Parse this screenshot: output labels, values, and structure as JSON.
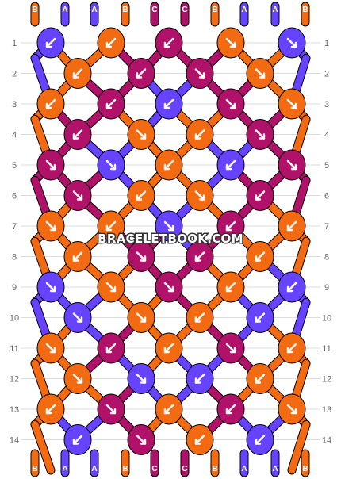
{
  "colors": {
    "A": "#6644ff",
    "B": "#f26b12",
    "C": "#b0126a",
    "grid": "#dcdcdc",
    "outline": "#000000"
  },
  "watermark": "BRACELETBOOK.COM",
  "top_labels": [
    "B",
    "A",
    "A",
    "B",
    "C",
    "C",
    "B",
    "A",
    "A",
    "B"
  ],
  "bottom_labels": [
    "B",
    "A",
    "A",
    "B",
    "C",
    "C",
    "B",
    "A",
    "A",
    "B"
  ],
  "row_numbers": [
    "1",
    "2",
    "3",
    "4",
    "5",
    "6",
    "7",
    "8",
    "9",
    "10",
    "11",
    "12",
    "13",
    "14"
  ],
  "rows": [
    {
      "number": "1",
      "knots": [
        {
          "color": "A",
          "arrow": "left"
        },
        {
          "color": "B",
          "arrow": "left"
        },
        {
          "color": "C",
          "arrow": "left"
        },
        {
          "color": "B",
          "arrow": "right"
        },
        {
          "color": "A",
          "arrow": "right"
        }
      ]
    },
    {
      "number": "2",
      "knots": [
        {
          "color": "B",
          "arrow": "left"
        },
        {
          "color": "C",
          "arrow": "left"
        },
        {
          "color": "C",
          "arrow": "right"
        },
        {
          "color": "B",
          "arrow": "right"
        }
      ]
    },
    {
      "number": "3",
      "knots": [
        {
          "color": "B",
          "arrow": "left"
        },
        {
          "color": "C",
          "arrow": "left"
        },
        {
          "color": "A",
          "arrow": "left"
        },
        {
          "color": "C",
          "arrow": "right"
        },
        {
          "color": "B",
          "arrow": "right"
        }
      ]
    },
    {
      "number": "4",
      "knots": [
        {
          "color": "C",
          "arrow": "left"
        },
        {
          "color": "B",
          "arrow": "right"
        },
        {
          "color": "B",
          "arrow": "left"
        },
        {
          "color": "C",
          "arrow": "right"
        }
      ]
    },
    {
      "number": "5",
      "knots": [
        {
          "color": "C",
          "arrow": "right"
        },
        {
          "color": "A",
          "arrow": "right"
        },
        {
          "color": "B",
          "arrow": "left"
        },
        {
          "color": "A",
          "arrow": "left"
        },
        {
          "color": "C",
          "arrow": "right"
        }
      ]
    },
    {
      "number": "6",
      "knots": [
        {
          "color": "C",
          "arrow": "right"
        },
        {
          "color": "B",
          "arrow": "left"
        },
        {
          "color": "B",
          "arrow": "right"
        },
        {
          "color": "C",
          "arrow": "left"
        }
      ]
    },
    {
      "number": "7",
      "knots": [
        {
          "color": "B",
          "arrow": "right"
        },
        {
          "color": "B",
          "arrow": "left"
        },
        {
          "color": "A",
          "arrow": "right"
        },
        {
          "color": "C",
          "arrow": "left"
        },
        {
          "color": "B",
          "arrow": "left"
        }
      ]
    },
    {
      "number": "8",
      "knots": [
        {
          "color": "B",
          "arrow": "left"
        },
        {
          "color": "C",
          "arrow": "right"
        },
        {
          "color": "C",
          "arrow": "left"
        },
        {
          "color": "B",
          "arrow": "left"
        }
      ]
    },
    {
      "number": "9",
      "knots": [
        {
          "color": "A",
          "arrow": "right"
        },
        {
          "color": "B",
          "arrow": "right"
        },
        {
          "color": "C",
          "arrow": "right"
        },
        {
          "color": "B",
          "arrow": "left"
        },
        {
          "color": "A",
          "arrow": "left"
        }
      ]
    },
    {
      "number": "10",
      "knots": [
        {
          "color": "A",
          "arrow": "right"
        },
        {
          "color": "B",
          "arrow": "right"
        },
        {
          "color": "B",
          "arrow": "left"
        },
        {
          "color": "A",
          "arrow": "left"
        }
      ]
    },
    {
      "number": "11",
      "knots": [
        {
          "color": "B",
          "arrow": "right"
        },
        {
          "color": "C",
          "arrow": "left"
        },
        {
          "color": "B",
          "arrow": "left"
        },
        {
          "color": "C",
          "arrow": "right"
        },
        {
          "color": "B",
          "arrow": "left"
        }
      ]
    },
    {
      "number": "12",
      "knots": [
        {
          "color": "B",
          "arrow": "right"
        },
        {
          "color": "A",
          "arrow": "right"
        },
        {
          "color": "A",
          "arrow": "left"
        },
        {
          "color": "B",
          "arrow": "left"
        }
      ]
    },
    {
      "number": "13",
      "knots": [
        {
          "color": "B",
          "arrow": "left"
        },
        {
          "color": "C",
          "arrow": "right"
        },
        {
          "color": "B",
          "arrow": "left"
        },
        {
          "color": "C",
          "arrow": "left"
        },
        {
          "color": "B",
          "arrow": "right"
        }
      ]
    },
    {
      "number": "14",
      "knots": [
        {
          "color": "A",
          "arrow": "left"
        },
        {
          "color": "C",
          "arrow": "right"
        },
        {
          "color": "B",
          "arrow": "left"
        },
        {
          "color": "A",
          "arrow": "left"
        }
      ]
    }
  ]
}
